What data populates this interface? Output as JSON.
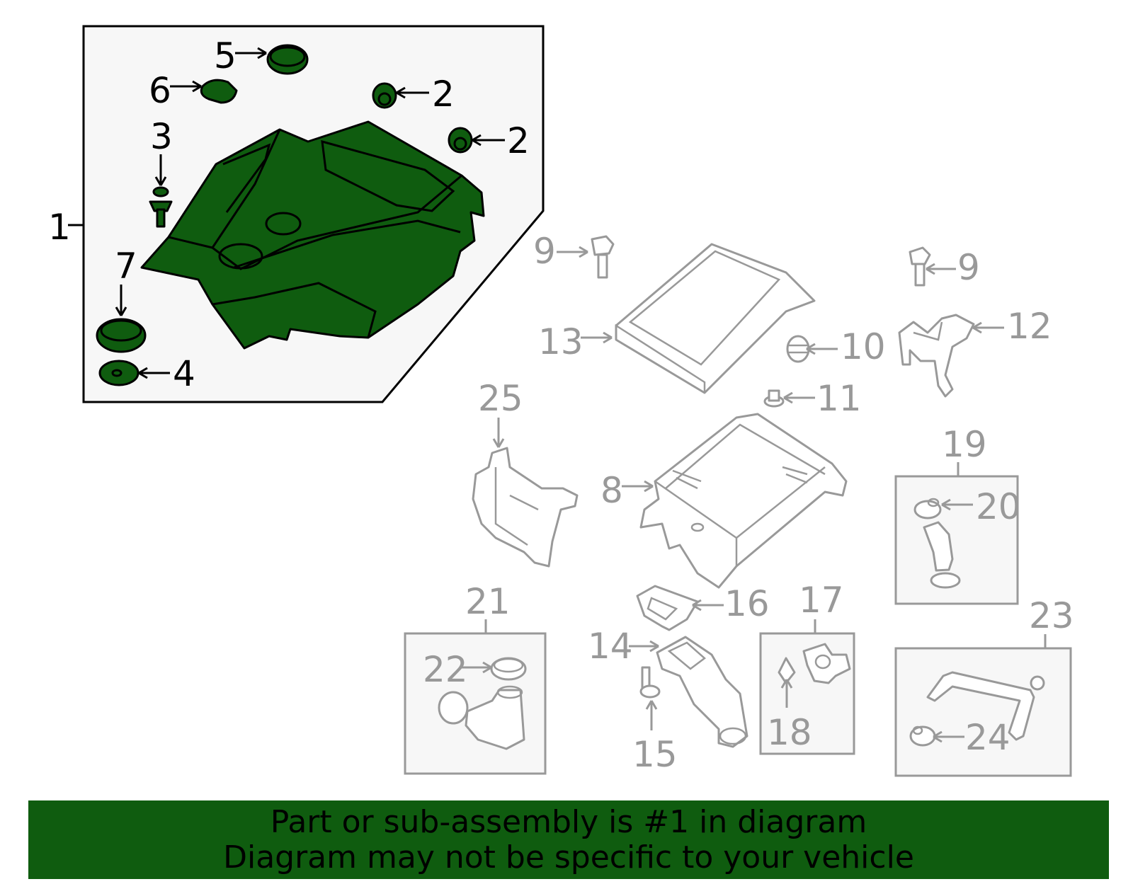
{
  "colors": {
    "highlight": "#0f5c0f",
    "highlight_outline": "#000000",
    "other_parts": "#999999",
    "box_fill": "#f7f7f7"
  },
  "labels": {
    "p1": "1",
    "p2a": "2",
    "p2b": "2",
    "p3": "3",
    "p4": "4",
    "p5": "5",
    "p6": "6",
    "p7": "7",
    "p8": "8",
    "p9a": "9",
    "p9b": "9",
    "p10": "10",
    "p11": "11",
    "p12": "12",
    "p13": "13",
    "p14": "14",
    "p15": "15",
    "p16": "16",
    "p17": "17",
    "p18": "18",
    "p19": "19",
    "p20": "20",
    "p21": "21",
    "p22": "22",
    "p23": "23",
    "p24": "24",
    "p25": "25"
  },
  "banner": {
    "line1": "Part or sub-assembly is #1 in diagram",
    "line2": "Diagram may not be specific to your vehicle"
  }
}
